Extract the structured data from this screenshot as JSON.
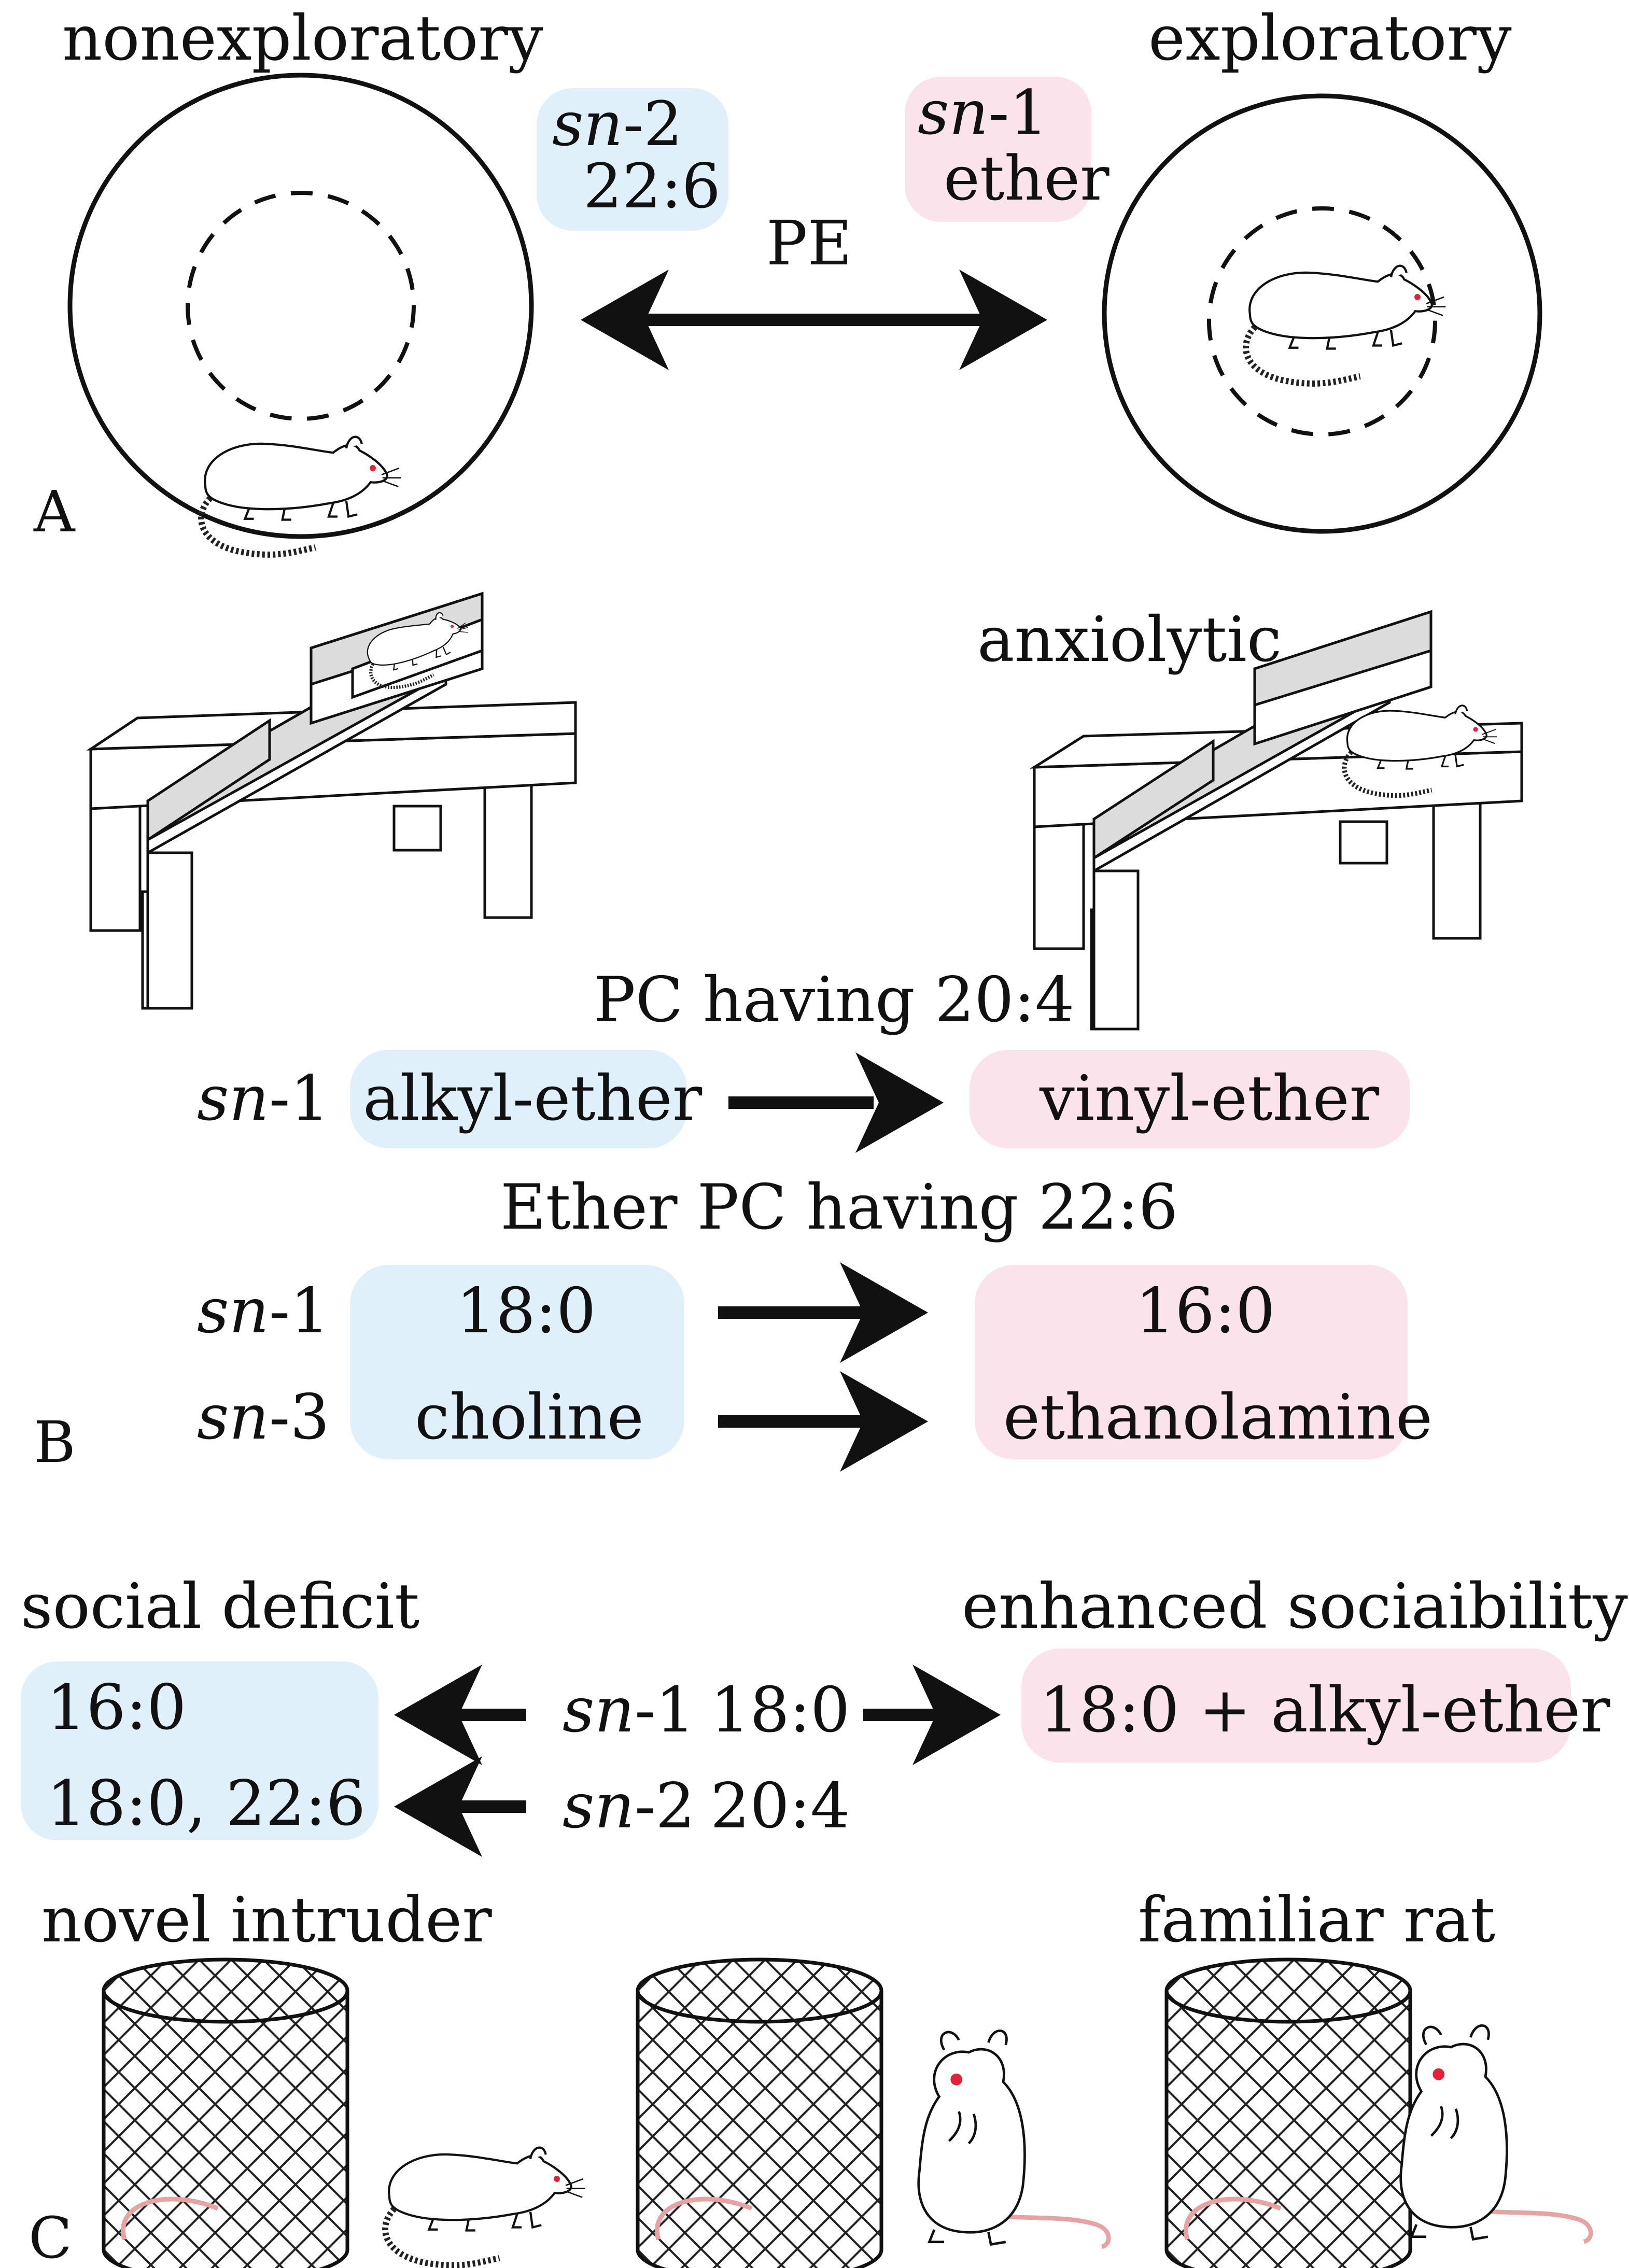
{
  "colors": {
    "blue_box": "#dff0fb",
    "pink_box": "#fbe3ec",
    "ink": "#111111",
    "eye": "#e0223a"
  },
  "panelA": {
    "letter": "A",
    "left_title": "nonexploratory",
    "right_title": "exploratory",
    "blue_box": {
      "line1_italic": "sn",
      "line1_rest": "-2",
      "line2": "22:6"
    },
    "pink_box": {
      "line1_italic": "sn",
      "line1_rest": "-1",
      "line2": "ether"
    },
    "arrow_label": "PE"
  },
  "panelB": {
    "letter": "B",
    "right_title": "anxiolytic",
    "heading1": "PC having 20:4",
    "row1": {
      "prefix_italic": "sn",
      "prefix_rest": "-1",
      "from": "alkyl-ether",
      "to": "vinyl-ether"
    },
    "heading2": "Ether PC having 22:6",
    "row2": {
      "prefix_italic": "sn",
      "prefix_rest": "-1",
      "from": "18:0",
      "to": "16:0"
    },
    "row3": {
      "prefix_italic": "sn",
      "prefix_rest": "-3",
      "from": "choline",
      "to": "ethanolamine"
    }
  },
  "panelC": {
    "letter": "C",
    "left_title": "social deficit",
    "right_title": "enhanced sociaibility",
    "left_box": {
      "line1": "16:0",
      "line2": "18:0, 22:6"
    },
    "right_box": "18:0 + alkyl-ether",
    "center_row1": {
      "italic": "sn",
      "rest": "-1",
      "value": "18:0"
    },
    "center_row2": {
      "italic": "sn",
      "rest": "-2",
      "value": "20:4"
    },
    "cage_left_label": "novel intruder",
    "cage_right_label": "familiar rat"
  },
  "icons": [
    "double-arrow-icon",
    "right-arrow-icon",
    "left-arrow-icon",
    "rat-icon",
    "mesh-cage-icon",
    "elevated-plus-maze-icon",
    "open-field-arena-icon"
  ]
}
